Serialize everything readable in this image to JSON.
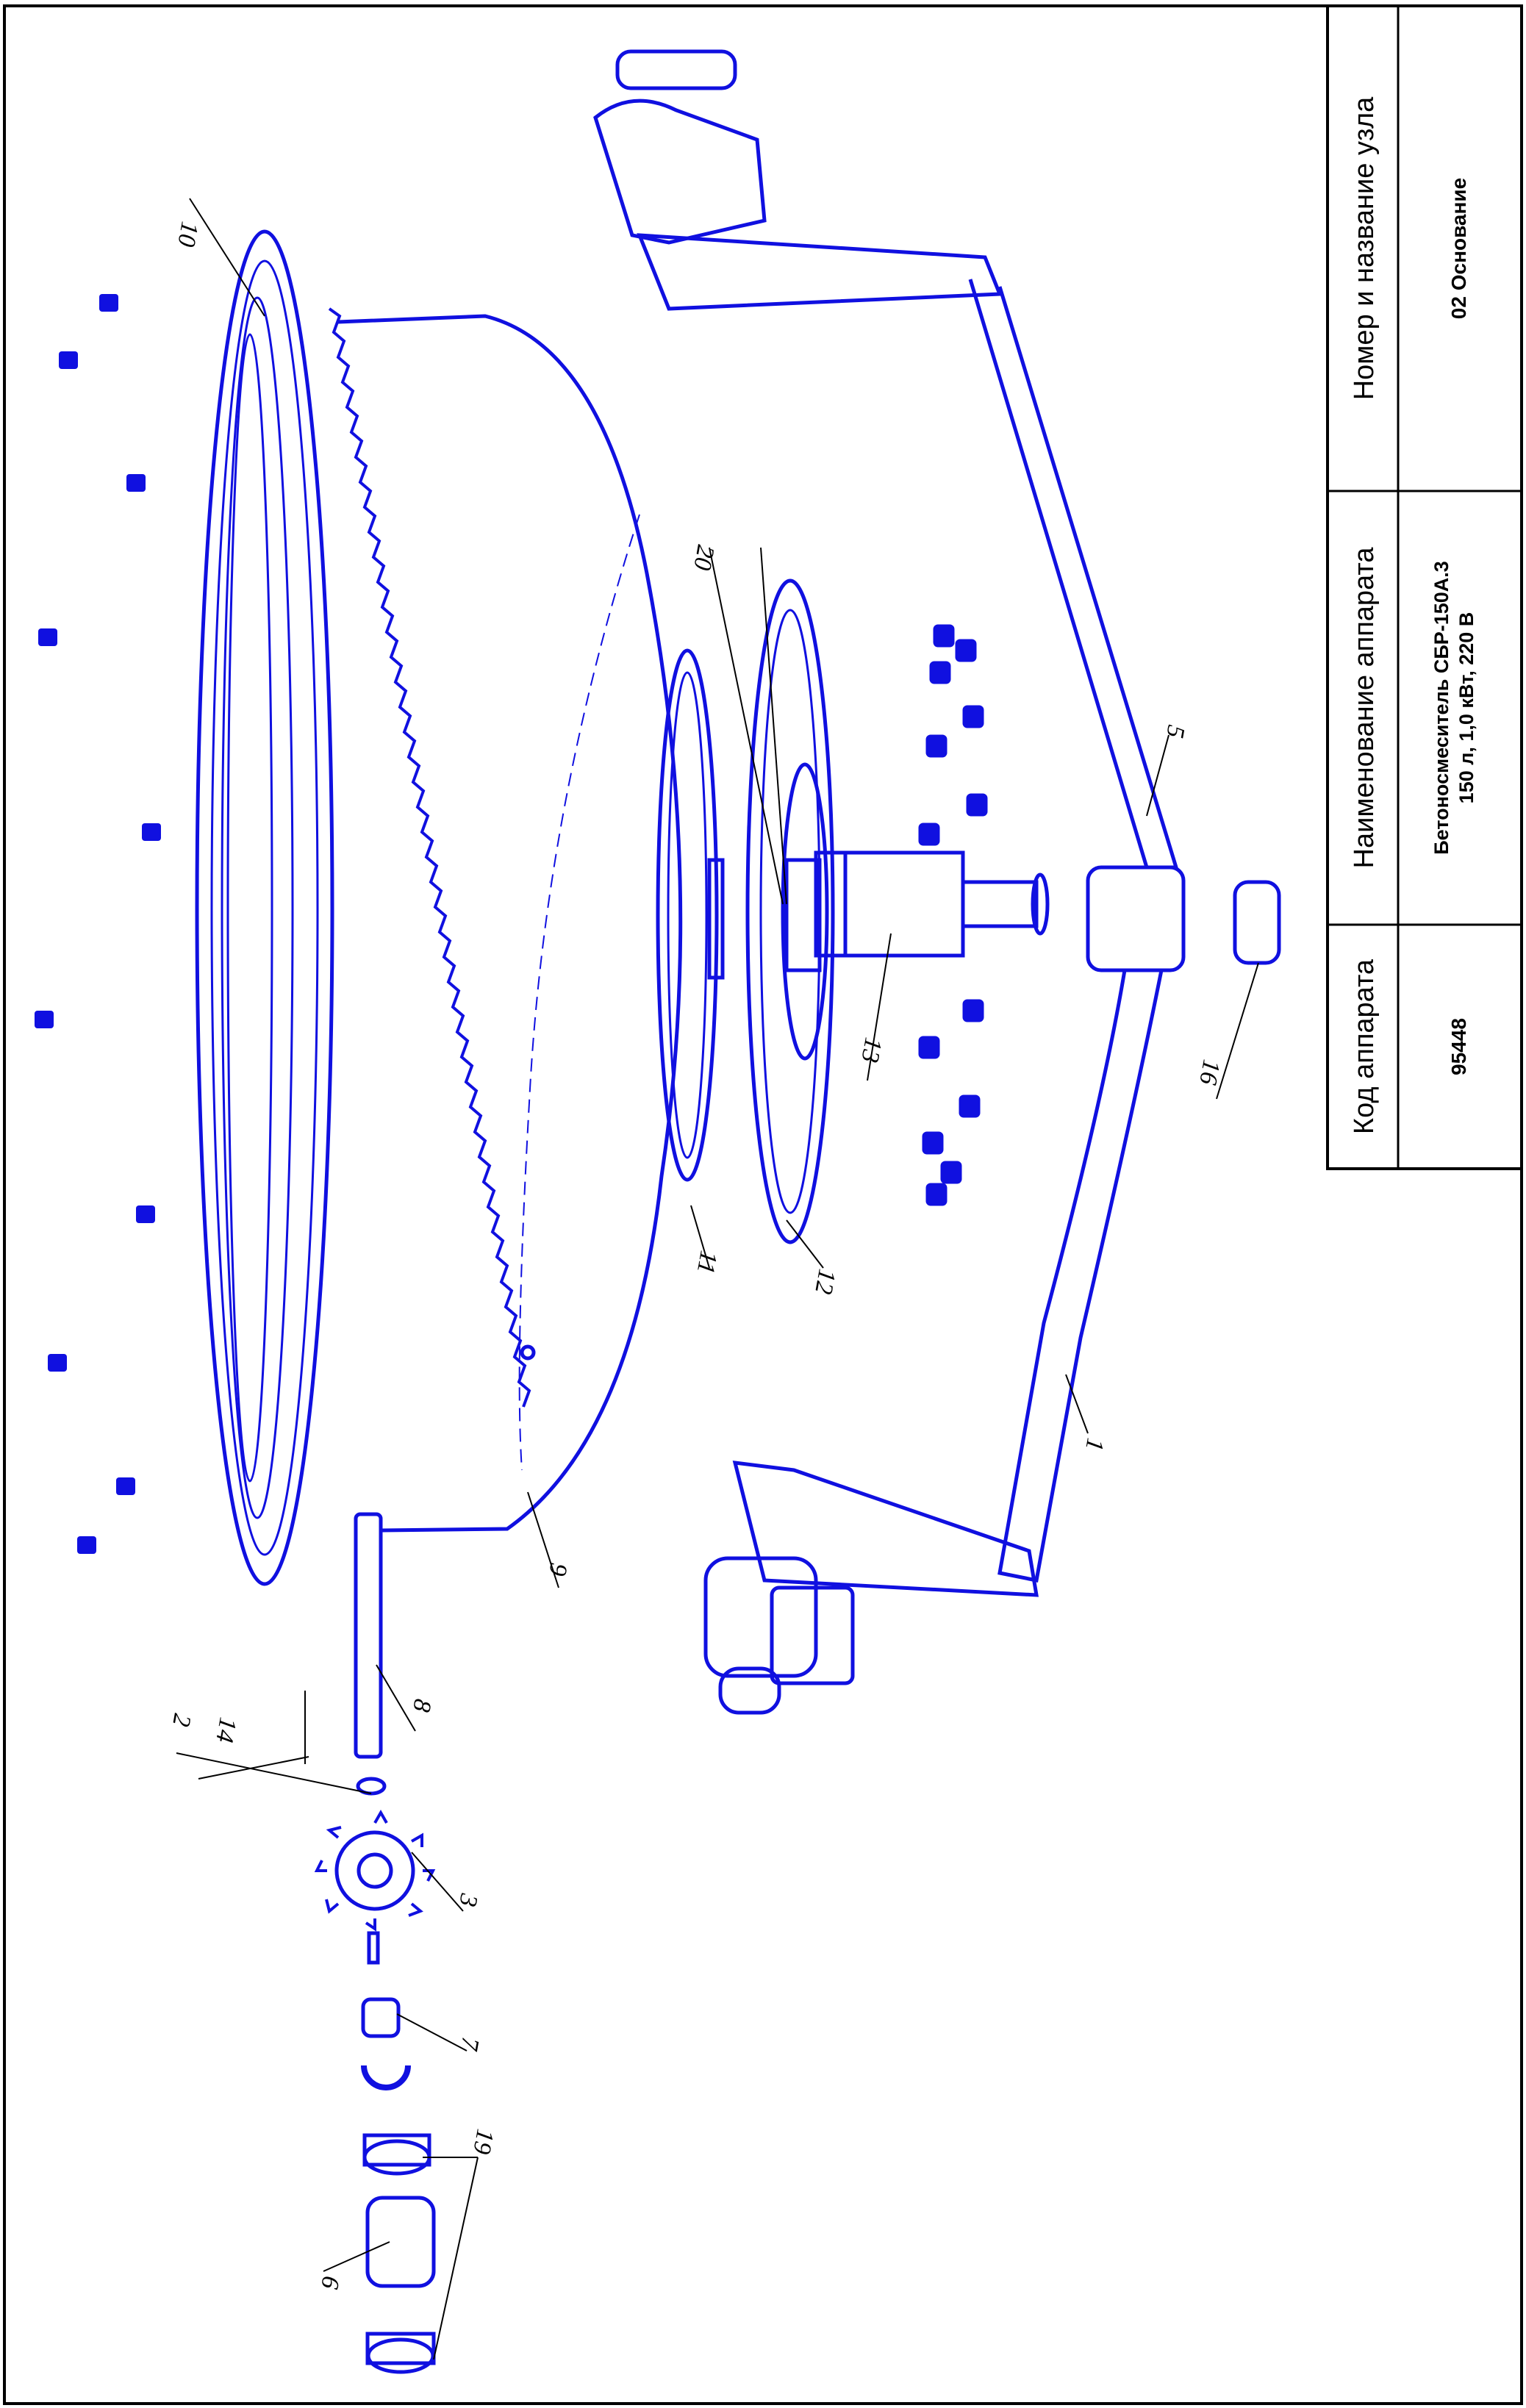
{
  "title_block": {
    "code_label": "Код аппарата",
    "code_value": "95448",
    "name_label": "Наименование аппарата",
    "name_value_line1": "Бетоносмеситель СБР-150А.3",
    "name_value_line2": "150 л, 1,0 кВт, 220 В",
    "unit_label": "Номер и название узла",
    "unit_value": "02 Основание"
  },
  "callouts": {
    "c1": "1",
    "c2": "2",
    "c3": "3",
    "c5": "5",
    "c6": "6",
    "c7": "7",
    "c8": "8",
    "c9": "9",
    "c10": "10",
    "c11": "11",
    "c12": "12",
    "c13": "13",
    "c14": "14",
    "c16": "16",
    "c19": "19",
    "c20": "20"
  },
  "colors": {
    "part": "#1010e0",
    "line": "#000000"
  }
}
